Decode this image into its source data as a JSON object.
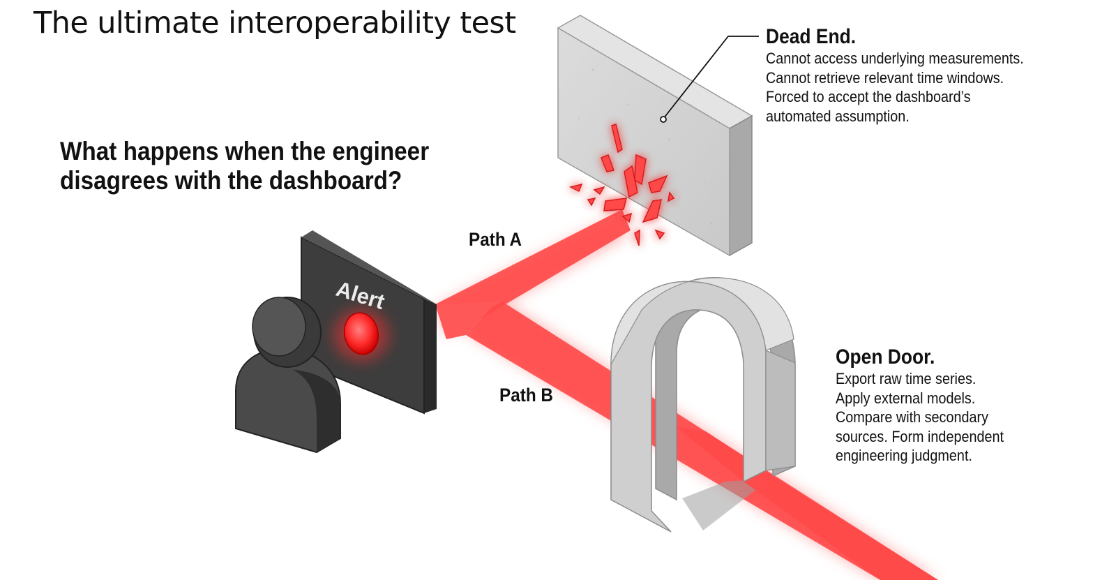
{
  "title": "The ultimate interoperability test",
  "question": {
    "line1": "What happens when the engineer",
    "line2": "disagrees with the dashboard?"
  },
  "monitor": {
    "screen_label": "Alert"
  },
  "paths": {
    "a_label": "Path A",
    "b_label": "Path B"
  },
  "dead_end": {
    "heading": "Dead End.",
    "lines": [
      "Cannot access underlying measurements.",
      "Cannot retrieve relevant time windows.",
      "Forced to accept the dashboard’s",
      "automated assumption."
    ]
  },
  "open_door": {
    "heading": "Open Door.",
    "lines": [
      "Export raw time series.",
      "Apply external models.",
      "Compare with secondary",
      "sources. Form independent",
      "engineering judgment."
    ]
  },
  "colors": {
    "beam": "#ff3b3b",
    "beam_glow": "#ff8a8a",
    "wall": "#d6d6d6",
    "arch": "#c8c8c8",
    "figure": "#4a4a4a",
    "monitor": "#3d3d3d"
  }
}
